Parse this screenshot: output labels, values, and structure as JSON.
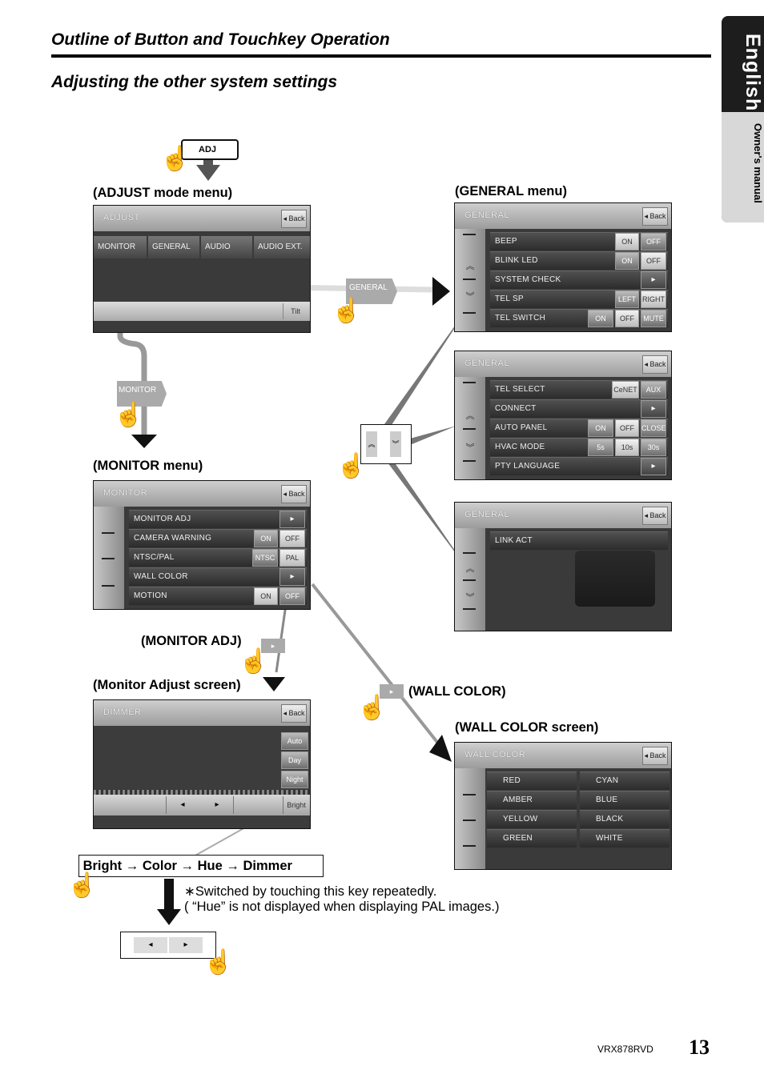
{
  "header": {
    "section_title": "Outline of Button and Touchkey Operation",
    "subtitle": "Adjusting the other system settings"
  },
  "side_tab": {
    "language": "English",
    "manual": "Owner's manual"
  },
  "adj_key": "ADJ",
  "labels": {
    "adjust_menu": "(ADJUST mode menu)",
    "general_menu": "(GENERAL menu)",
    "monitor_menu": "(MONITOR menu)",
    "monitor_adj": "(MONITOR ADJ)",
    "monitor_adjust_screen": "(Monitor Adjust screen)",
    "wall_color": "(WALL COLOR)",
    "wall_color_screen": "(WALL COLOR screen)"
  },
  "common": {
    "back": "Back"
  },
  "adjust_screen": {
    "title": "ADJUST",
    "tabs": [
      "MONITOR",
      "GENERAL",
      "AUDIO",
      "AUDIO EXT."
    ],
    "tilt": "Tilt"
  },
  "callouts": {
    "general": "GENERAL",
    "monitor": "MONITOR"
  },
  "general1": {
    "title": "GENERAL",
    "rows": [
      {
        "label": "BEEP",
        "opts": [
          "ON",
          "OFF"
        ]
      },
      {
        "label": "BLINK LED",
        "opts": [
          "ON",
          "OFF"
        ]
      },
      {
        "label": "SYSTEM CHECK",
        "opts": [
          "▸"
        ]
      },
      {
        "label": "TEL SP",
        "opts": [
          "LEFT",
          "RIGHT"
        ]
      },
      {
        "label": "TEL SWITCH",
        "opts": [
          "ON",
          "OFF",
          "MUTE"
        ]
      }
    ]
  },
  "general2": {
    "title": "GENERAL",
    "rows": [
      {
        "label": "TEL SELECT",
        "opts": [
          "CeNET",
          "AUX"
        ]
      },
      {
        "label": "CONNECT",
        "opts": [
          "▸"
        ]
      },
      {
        "label": "AUTO PANEL",
        "opts": [
          "ON",
          "OFF",
          "CLOSE"
        ]
      },
      {
        "label": "HVAC MODE",
        "opts": [
          "5s",
          "10s",
          "30s"
        ]
      },
      {
        "label": "PTY LANGUAGE",
        "opts": [
          "▸"
        ]
      }
    ]
  },
  "general3": {
    "title": "GENERAL",
    "rows": [
      {
        "label": "LINK ACT"
      }
    ]
  },
  "monitor_screen": {
    "title": "MONITOR",
    "rows": [
      {
        "label": "MONITOR ADJ",
        "opts": [
          "▸"
        ]
      },
      {
        "label": "CAMERA WARNING",
        "opts": [
          "ON",
          "OFF"
        ]
      },
      {
        "label": "NTSC/PAL",
        "opts": [
          "NTSC",
          "PAL"
        ]
      },
      {
        "label": "WALL COLOR",
        "opts": [
          "▸"
        ]
      },
      {
        "label": "MOTION",
        "opts": [
          "ON",
          "OFF"
        ]
      }
    ]
  },
  "dimmer_screen": {
    "title": "DIMMER",
    "modes": [
      "Auto",
      "Day",
      "Night"
    ],
    "bright": "Bright"
  },
  "wall_screen": {
    "title": "WALL COLOR",
    "colors": [
      "RED",
      "CYAN",
      "AMBER",
      "BLUE",
      "YELLOW",
      "BLACK",
      "GREEN",
      "WHITE"
    ]
  },
  "cycle": {
    "b1": "Bright",
    "b2": "Color",
    "b3": "Hue",
    "b4": "Dimmer",
    "arrow": "→"
  },
  "notes": {
    "n1": "∗Switched by touching this key repeatedly.",
    "n2": "( “Hue” is not displayed when displaying PAL images.)"
  },
  "footer": {
    "model": "VRX878RVD",
    "page": "13"
  }
}
